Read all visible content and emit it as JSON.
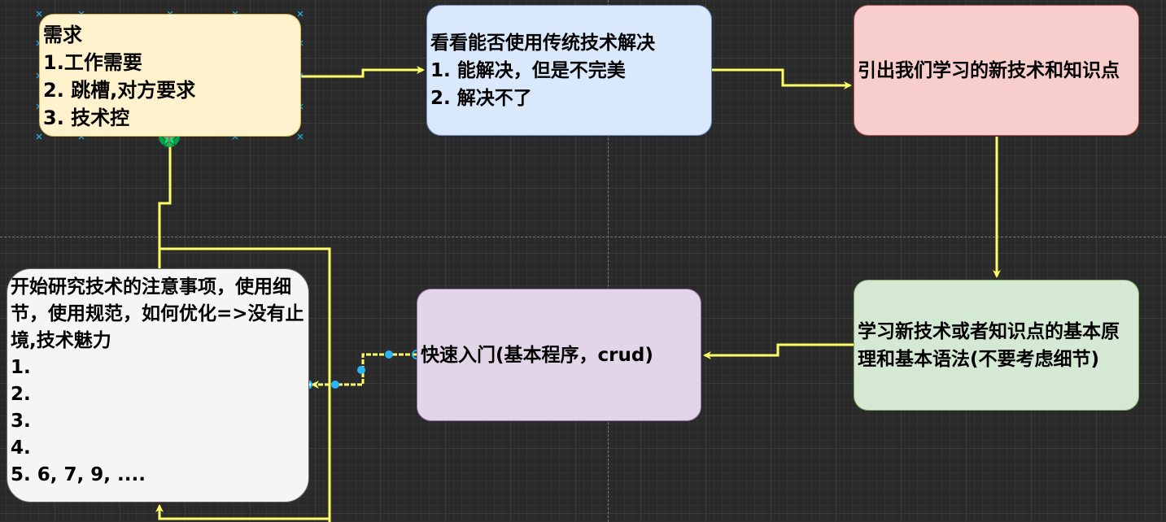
{
  "nodes": {
    "requirements": {
      "lines": [
        "需求",
        "1.工作需要",
        "2. 跳槽,对方要求",
        "3. 技术控"
      ]
    },
    "traditional": {
      "lines": [
        "看看能否使用传统技术解决",
        "1. 能解决，但是不完美",
        "2. 解决不了"
      ]
    },
    "new_tech": {
      "text": "引出我们学习的新技术和知识点"
    },
    "principles": {
      "text": "学习新技术或者知识点的基本原理和基本语法(不要考虑细节)"
    },
    "quickstart": {
      "text": "快速入门(基本程序，crud)"
    },
    "research": {
      "intro": "开始研究技术的注意事项，使用细节，使用规范，如何优化=>没有止境,技术魅力",
      "items": [
        "1.",
        "2.",
        "3.",
        "4.",
        "5. 6, 7, 9, ...."
      ]
    }
  },
  "colors": {
    "connector": "#ffff66",
    "selection": "#29b6f2",
    "requirements_fill": "#fff2cc",
    "traditional_fill": "#dae8fc",
    "new_tech_fill": "#f8cecc",
    "principles_fill": "#d5e8d4",
    "quickstart_fill": "#e1d5e7",
    "research_fill": "#f5f5f5"
  }
}
